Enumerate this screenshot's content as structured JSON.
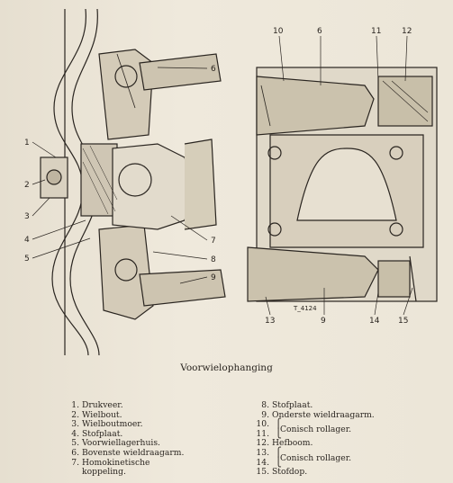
{
  "caption": "Voorwielophanging",
  "figure_code": "T_4124",
  "callouts_left": [
    "1",
    "2",
    "3",
    "4",
    "5",
    "6",
    "7",
    "8",
    "9"
  ],
  "callouts_right": [
    "10",
    "6",
    "11",
    "12",
    "13",
    "9",
    "14",
    "15"
  ],
  "legend_left": [
    {
      "num": "1.",
      "text": "Drukveer."
    },
    {
      "num": "2.",
      "text": "Wielbout."
    },
    {
      "num": "3.",
      "text": "Wielboutmoer."
    },
    {
      "num": "4.",
      "text": "Stofplaat."
    },
    {
      "num": "5.",
      "text": "Voorwiellagerhuis."
    },
    {
      "num": "6.",
      "text": "Bovenste wieldraagarm."
    },
    {
      "num": "7.",
      "text": "Homokinetische",
      "cont": "koppeling."
    }
  ],
  "legend_right": [
    {
      "num": "8.",
      "text": "Stofplaat."
    },
    {
      "num": "9.",
      "text": "Onderste wieldraagarm."
    },
    {
      "num": "10.",
      "brace_text": "Conisch rollager."
    },
    {
      "num": "11."
    },
    {
      "num": "12.",
      "text": "Hefboom."
    },
    {
      "num": "13.",
      "brace_text": "Conisch rollager."
    },
    {
      "num": "14."
    },
    {
      "num": "15.",
      "text": "Stofdop."
    }
  ]
}
